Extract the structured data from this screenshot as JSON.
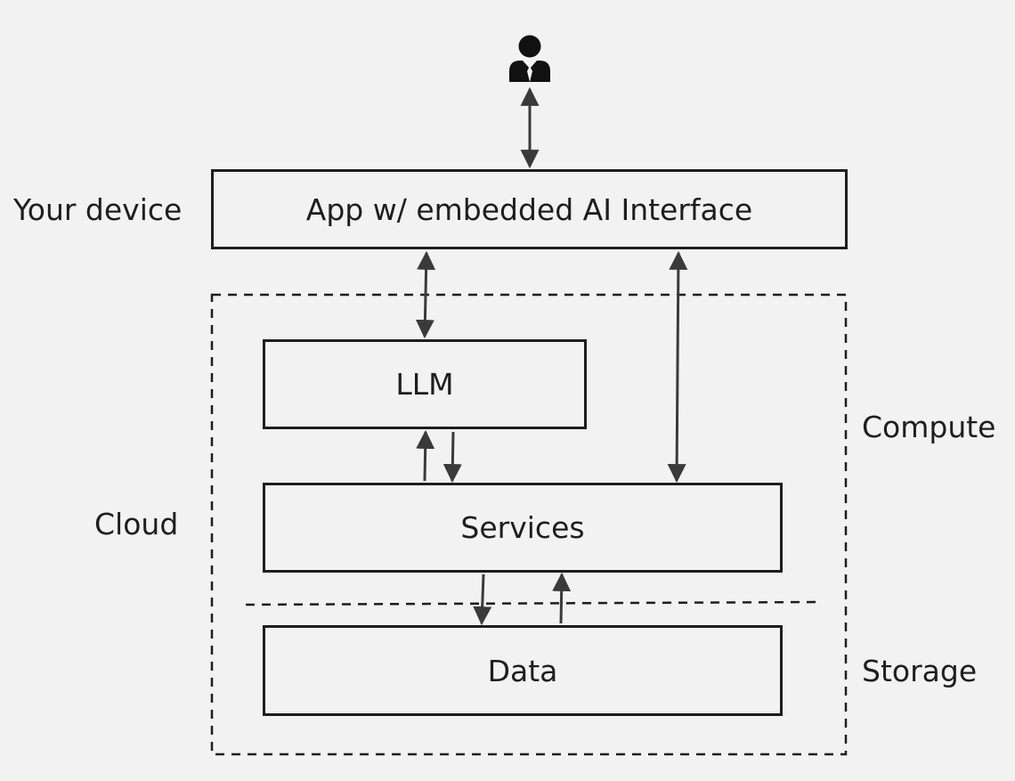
{
  "labels": {
    "your_device": "Your device",
    "cloud": "Cloud",
    "compute": "Compute",
    "storage": "Storage"
  },
  "boxes": {
    "app": "App w/ embedded AI Interface",
    "llm": "LLM",
    "services": "Services",
    "data": "Data"
  },
  "icons": {
    "user": "user-icon"
  },
  "colors": {
    "background": "#f2f2f2",
    "stroke": "#1e1e1e",
    "arrow": "#3a3a3a"
  }
}
